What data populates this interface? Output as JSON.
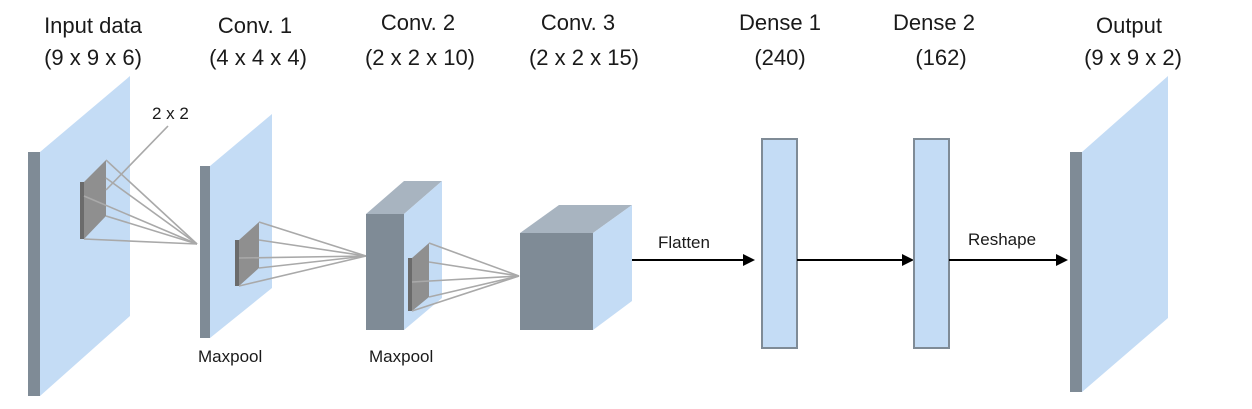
{
  "layers": [
    {
      "name": "Input data",
      "shape": "(9 x 9 x 6)"
    },
    {
      "name": "Conv. 1",
      "shape": "(4 x 4 x 4)"
    },
    {
      "name": "Conv. 2",
      "shape": "(2 x 2 x 10)"
    },
    {
      "name": "Conv. 3",
      "shape": "(2 x 2 x 15)"
    },
    {
      "name": "Dense 1",
      "shape": "(240)"
    },
    {
      "name": "Dense 2",
      "shape": "(162)"
    },
    {
      "name": "Output",
      "shape": "(9 x 9 x 2)"
    }
  ],
  "annotations": {
    "kernel": "2 x 2",
    "maxpool_1": "Maxpool",
    "maxpool_2": "Maxpool",
    "flatten": "Flatten",
    "reshape": "Reshape"
  },
  "colors": {
    "layer_face": "#c4dcf5",
    "layer_side": "#7f8b96",
    "filter": "#8f8f8f",
    "arrow": "#000000"
  }
}
